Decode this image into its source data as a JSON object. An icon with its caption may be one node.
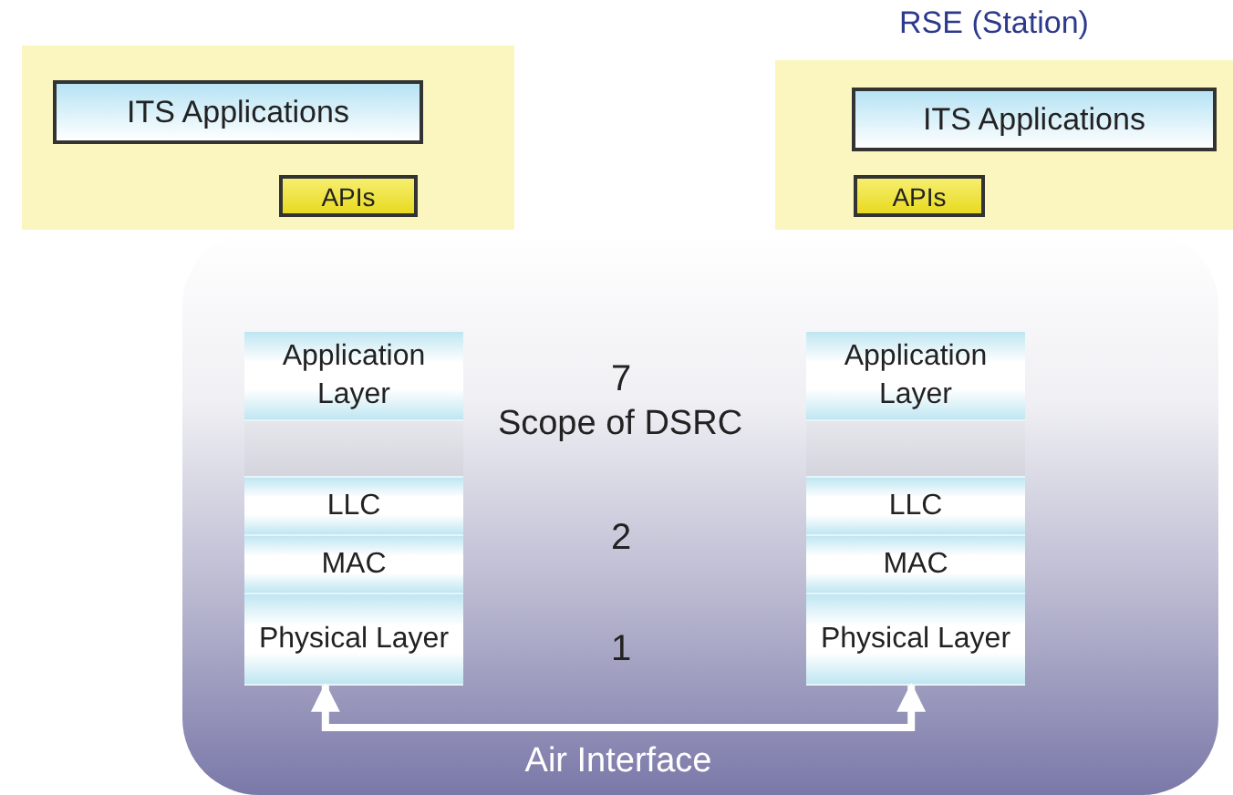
{
  "diagram": {
    "nodes": [
      {
        "text": [],
        "shape": "box"
      },
      {
        "text": [
          "ITS Applications"
        ],
        "in": 0
      },
      {
        "text": [
          "APIs"
        ],
        "in": 0
      },
      {
        "text": [
          "RSE (Station)"
        ]
      },
      {
        "text": [
          "ITS Applications"
        ],
        "in": 3
      },
      {
        "text": [
          "APIs"
        ],
        "in": 3
      },
      {
        "text": [
          "Scope of DSRC"
        ]
      },
      {
        "text": [
          "Application Layer"
        ],
        "in": 6
      },
      {
        "text": [],
        "shape": "box",
        "in": 6
      },
      {
        "text": [
          "LLC"
        ],
        "in": 6
      },
      {
        "text": [
          "MAC"
        ],
        "in": 6
      },
      {
        "text": [
          "Physical Layer"
        ],
        "in": 6
      },
      {
        "text": [
          "Application Layer"
        ],
        "in": 6
      },
      {
        "text": [],
        "shape": "box",
        "in": 6
      },
      {
        "text": [
          "LLC"
        ],
        "in": 6
      },
      {
        "text": [
          "MAC"
        ],
        "in": 6
      },
      {
        "text": [
          "Physical Layer"
        ],
        "in": 6
      }
    ],
    "edges": [
      {
        "from": 11,
        "to": 16,
        "arrow": "both",
        "label": "Air Interface"
      }
    ],
    "labels": [
      "7",
      "2",
      "1"
    ]
  }
}
